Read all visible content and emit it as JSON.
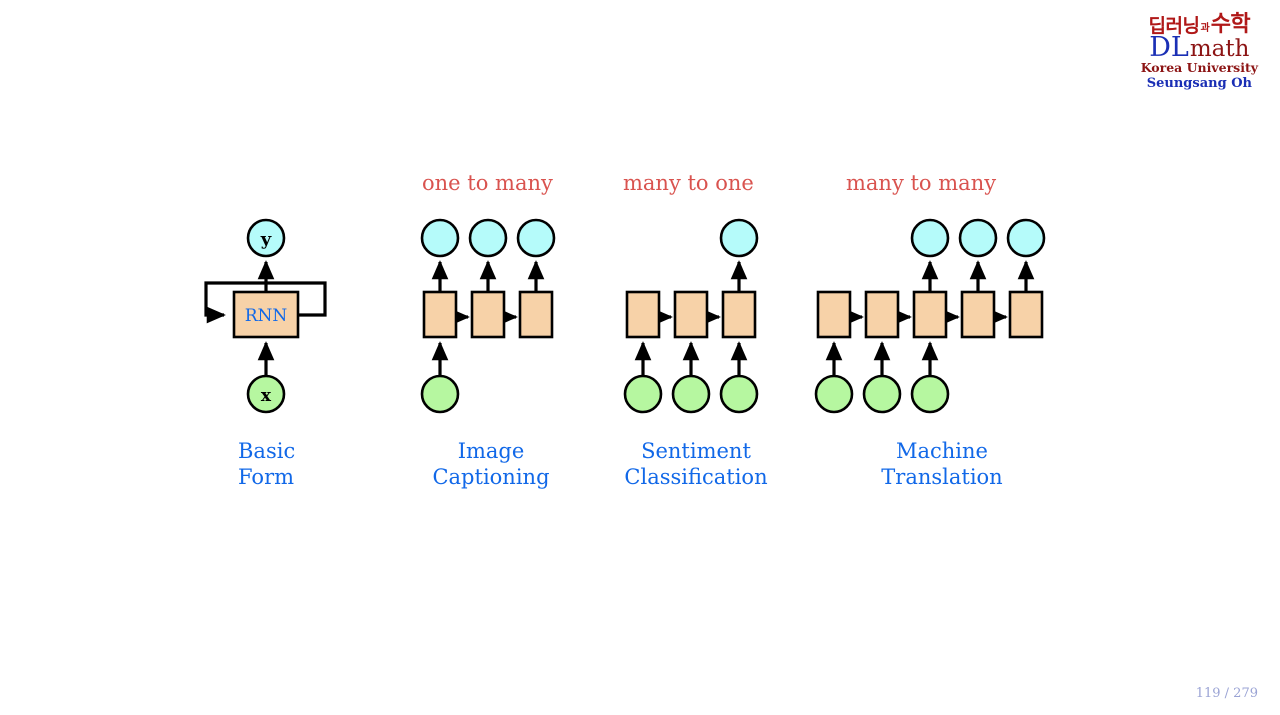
{
  "logo": {
    "kr_line1_part1": "딥러닝",
    "kr_line1_part2": "과",
    "kr_line1_part3": "수학",
    "brand_dl": "DL",
    "brand_math": "math",
    "university": "Korea University",
    "author": "Seungsang Oh"
  },
  "slide": {
    "page_indicator": "119 / 279"
  },
  "colors": {
    "input_circle": "#b6f7a0",
    "output_circle": "#b5fbfa",
    "cell_box": "#f7d2a8",
    "stroke": "#000000",
    "heading_red": "#d9534f",
    "caption_blue": "#1168e8",
    "cell_label_blue": "#1168e8",
    "page_number": "#9aa3d4"
  },
  "headings": [
    {
      "id": "one-to-many",
      "label": "one to many"
    },
    {
      "id": "many-to-one",
      "label": "many to one"
    },
    {
      "id": "many-to-many",
      "label": "many to many"
    }
  ],
  "diagrams": [
    {
      "id": "basic-form",
      "caption_line1": "Basic",
      "caption_line2": "Form",
      "heading": "",
      "cell_label": "RNN",
      "input_labels": [
        "x"
      ],
      "output_labels": [
        "y"
      ],
      "cells": 1,
      "recurrent_loop": true
    },
    {
      "id": "image-captioning",
      "caption_line1": "Image",
      "caption_line2": "Captioning",
      "heading": "one to many",
      "cell_label": "",
      "input_labels": [
        ""
      ],
      "output_labels": [
        "",
        "",
        ""
      ],
      "cells": 3,
      "recurrent_loop": false
    },
    {
      "id": "sentiment-classification",
      "caption_line1": "Sentiment",
      "caption_line2": "Classification",
      "heading": "many to one",
      "cell_label": "",
      "input_labels": [
        "",
        "",
        ""
      ],
      "output_labels": [
        ""
      ],
      "cells": 3,
      "recurrent_loop": false
    },
    {
      "id": "machine-translation",
      "caption_line1": "Machine",
      "caption_line2": "Translation",
      "heading": "many to many",
      "cell_label": "",
      "input_labels": [
        "",
        "",
        ""
      ],
      "output_labels": [
        "",
        "",
        ""
      ],
      "cells": 5,
      "recurrent_loop": false
    }
  ]
}
